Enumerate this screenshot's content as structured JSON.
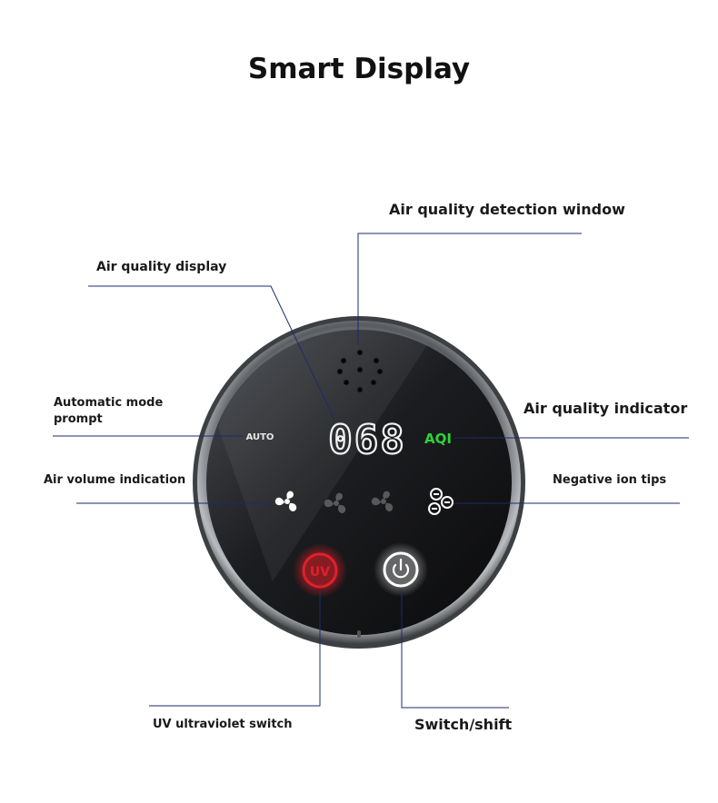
{
  "title": "Smart Display",
  "labels": {
    "detection_window": "Air quality detection window",
    "air_quality_display": "Air quality display",
    "auto_mode_line1": "Automatic mode",
    "auto_mode_line2": "prompt",
    "air_quality_indicator": "Air quality indicator",
    "air_volume": "Air volume indication",
    "negative_ion": "Negative ion tips",
    "uv_switch": "UV ultraviolet switch",
    "switch_shift": "Switch/shift"
  },
  "panel": {
    "auto_text": "AUTO",
    "aqi_value": "068",
    "aqi_text": "AQI",
    "uv_text": "UV"
  },
  "colors": {
    "leader_line": "#1e2a6e",
    "aqi_green": "#2fd33a",
    "uv_red": "#e0202a",
    "display_white": "#f2f2f2"
  }
}
